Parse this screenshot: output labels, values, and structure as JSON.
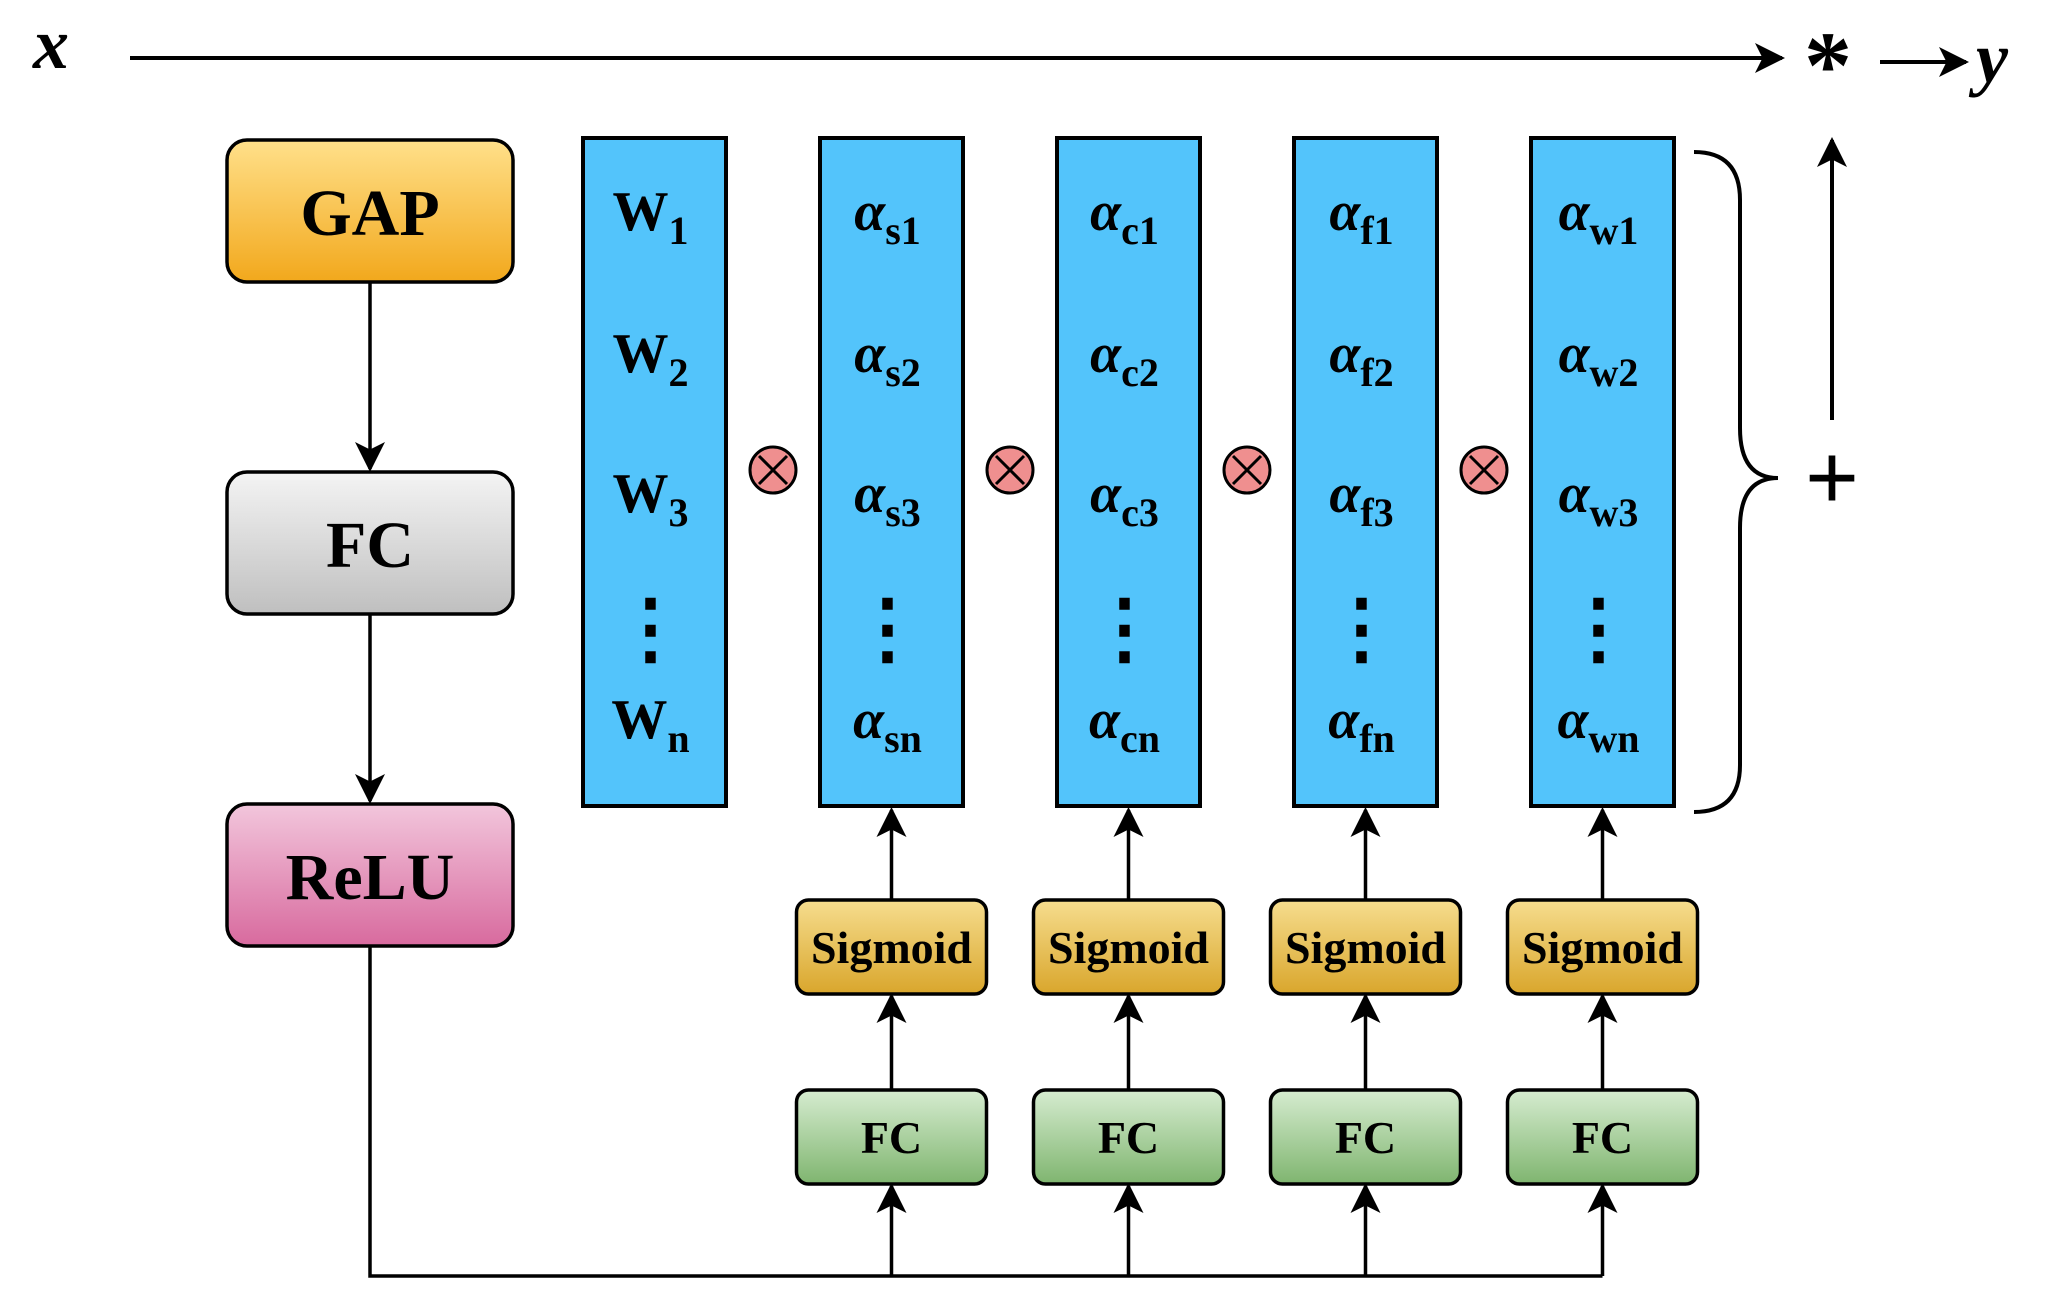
{
  "input_label": "x",
  "output_label": "y",
  "multiply_symbol": "*",
  "plus_symbol": "+",
  "times_symbol": "⊗",
  "ellipsis": "⋮",
  "left_chain": [
    {
      "label": "GAP",
      "color_top": "#ffe08a",
      "color_bottom": "#f2a81c"
    },
    {
      "label": "FC",
      "color_top": "#f4f4f4",
      "color_bottom": "#bfbfbf"
    },
    {
      "label": "ReLU",
      "color_top": "#f2c6dc",
      "color_bottom": "#d86a9e"
    }
  ],
  "columns": [
    {
      "base": "W",
      "base_italic": false,
      "subs": [
        "1",
        "2",
        "3",
        "n"
      ]
    },
    {
      "base": "α",
      "base_italic": true,
      "subs": [
        "s1",
        "s2",
        "s3",
        "sn"
      ]
    },
    {
      "base": "α",
      "base_italic": true,
      "subs": [
        "c1",
        "c2",
        "c3",
        "cn"
      ]
    },
    {
      "base": "α",
      "base_italic": true,
      "subs": [
        "f1",
        "f2",
        "f3",
        "fn"
      ]
    },
    {
      "base": "α",
      "base_italic": true,
      "subs": [
        "w1",
        "w2",
        "w3",
        "wn"
      ]
    }
  ],
  "branch_sigmoid_label": "Sigmoid",
  "branch_fc_label": "FC",
  "colors": {
    "column_fill": "#53c4fb",
    "sigmoid_top": "#f6dd8e",
    "sigmoid_bottom": "#d9a62c",
    "fc_top": "#d6ecd0",
    "fc_bottom": "#7fb56f",
    "times_fill": "#ef8f8f"
  }
}
